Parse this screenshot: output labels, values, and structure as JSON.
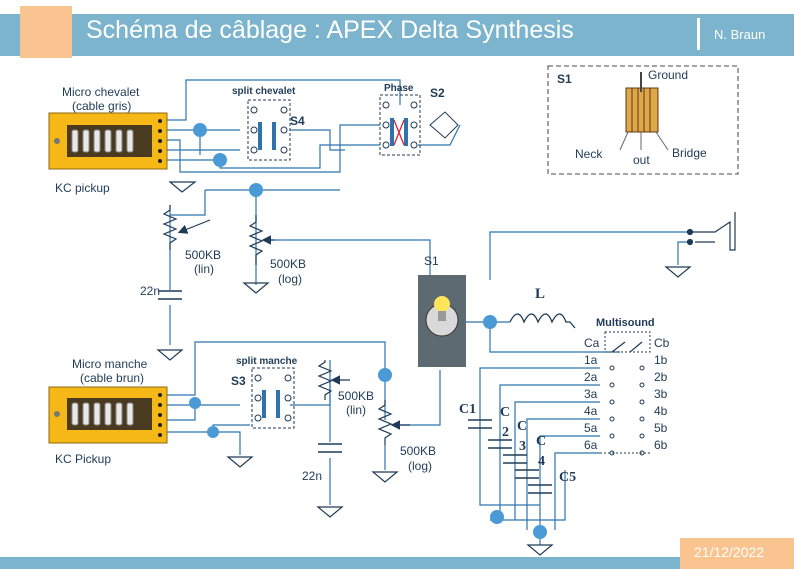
{
  "header": {
    "title": "Schéma de câblage : APEX Delta Synthesis",
    "author": "N. Braun"
  },
  "footer": {
    "date": "21/12/2022"
  },
  "pickups": {
    "bridge": {
      "name_line1": "Micro chevalet",
      "name_line2": "(cable gris)",
      "type": "KC pickup"
    },
    "neck": {
      "name_line1": "Micro manche",
      "name_line2": "(cable brun)",
      "type": "KC Pickup"
    }
  },
  "switches": {
    "split_bridge": "split chevalet",
    "split_neck": "split manche",
    "phase": "Phase",
    "s1": "S1",
    "s2": "S2",
    "s3": "S3",
    "s4": "S4"
  },
  "pots": [
    {
      "value": "500KB",
      "taper": "(lin)"
    },
    {
      "value": "500KB",
      "taper": "(log)"
    },
    {
      "value": "500KB",
      "taper": "(lin)"
    },
    {
      "value": "500KB",
      "taper": "(log)"
    }
  ],
  "caps": {
    "tone_bridge": "22n",
    "tone_neck": "22n"
  },
  "inductor": "L",
  "multisound": {
    "title": "Multisound",
    "left": [
      "Ca",
      "1a",
      "2a",
      "3a",
      "4a",
      "5a",
      "6a"
    ],
    "right": [
      "Cb",
      "1b",
      "2b",
      "3b",
      "4b",
      "5b",
      "6b"
    ],
    "caps": [
      "C1",
      "C",
      "2",
      "C",
      "3",
      "C",
      "4",
      "C5"
    ]
  },
  "legend": {
    "title": "S1",
    "ground": "Ground",
    "neck": "Neck",
    "out": "out",
    "bridge": "Bridge"
  },
  "colors": {
    "header": "#7bb4cc",
    "accent": "#f9c48f",
    "wire": "#2f73ae",
    "node": "#4a9ad6",
    "pickup": "#f5b816"
  }
}
